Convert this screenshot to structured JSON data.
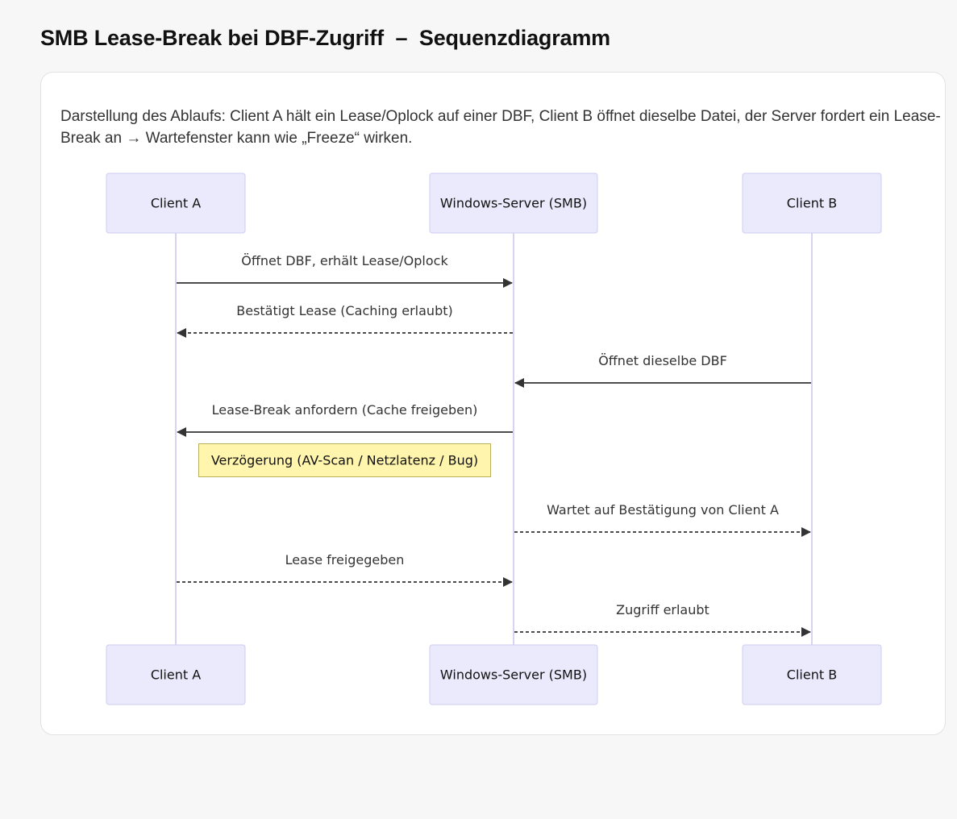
{
  "title": "SMB Lease-Break bei DBF-Zugriff  –  Sequenzdiagramm",
  "description": "Darstellung des Ablaufs: Client A hält ein Lease/Oplock auf einer DBF, Client B öffnet dieselbe Datei, der Server fordert ein Lease-Break an → Wartefenster kann wie „Freeze“ wirken.",
  "diagram": {
    "participants": [
      {
        "id": "A",
        "label": "Client A"
      },
      {
        "id": "S",
        "label": "Windows-Server (SMB)"
      },
      {
        "id": "B",
        "label": "Client B"
      }
    ],
    "messages": [
      {
        "from": "A",
        "to": "S",
        "label": "Öffnet DBF, erhält Lease/Oplock",
        "style": "solid"
      },
      {
        "from": "S",
        "to": "A",
        "label": "Bestätigt Lease (Caching erlaubt)",
        "style": "dashed"
      },
      {
        "from": "B",
        "to": "S",
        "label": "Öffnet dieselbe DBF",
        "style": "solid"
      },
      {
        "from": "S",
        "to": "A",
        "label": "Lease-Break anfordern (Cache freigeben)",
        "style": "solid"
      },
      {
        "from": "S",
        "to": "B",
        "label": "Wartet auf Bestätigung von Client A",
        "style": "dashed"
      },
      {
        "from": "A",
        "to": "S",
        "label": "Lease freigegeben",
        "style": "dashed"
      },
      {
        "from": "S",
        "to": "B",
        "label": "Zugriff erlaubt",
        "style": "dashed"
      }
    ],
    "note": {
      "label": "Verzögerung (AV-Scan / Netzlatenz / Bug)",
      "after_message": 3,
      "over": [
        "A",
        "S"
      ]
    },
    "colors": {
      "participant_fill": "#eaeafc",
      "participant_border": "#cfcdf0",
      "lifeline": "#d9d3f2",
      "arrow": "#333333",
      "note_fill": "#fff5ad",
      "note_border": "#b9b15a"
    }
  }
}
